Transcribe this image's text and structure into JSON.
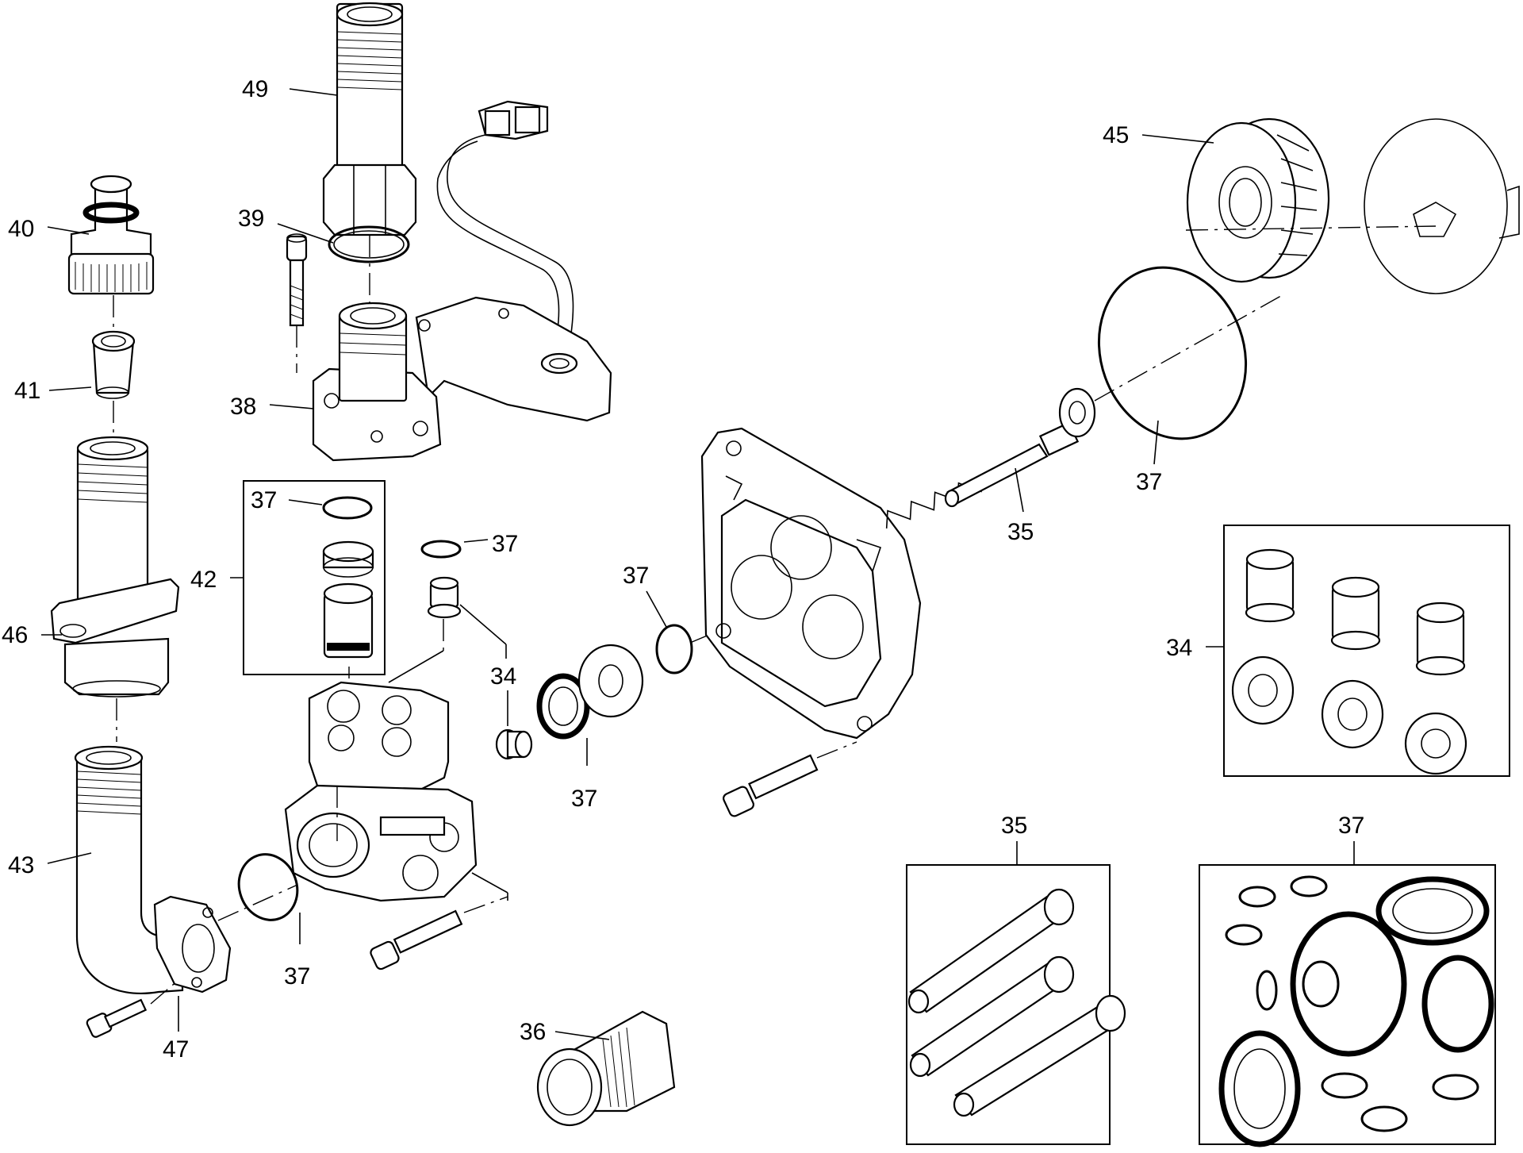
{
  "colors": {
    "line": "#000000",
    "background": "#ffffff"
  },
  "labels": {
    "p49": "49",
    "p39": "39",
    "p40": "40",
    "p41": "41",
    "p38": "38",
    "p37_kit_top": "37",
    "p42": "42",
    "p37_oring_valve": "37",
    "p46": "46",
    "p34_valve": "34",
    "p37_seal_pair": "37",
    "p37_seal_low": "37",
    "p43": "43",
    "p37_flange_oring": "37",
    "p47": "47",
    "p36": "36",
    "p45": "45",
    "p37_big_oring": "37",
    "p35": "35",
    "p34_box": "34",
    "p35_box": "35",
    "p37_box": "37"
  }
}
